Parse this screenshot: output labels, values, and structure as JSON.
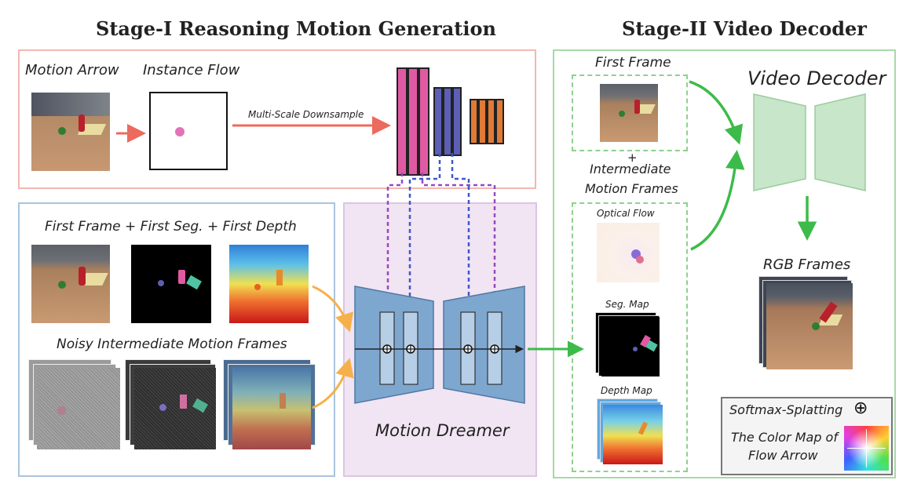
{
  "stage1": {
    "title": "Stage-I Reasoning Motion Generation",
    "motion_arrow_label": "Motion Arrow",
    "instance_flow_label": "Instance Flow",
    "downsample_label": "Multi-Scale Downsample",
    "first_frames_label": "First Frame + First Seg. + First Depth",
    "noisy_frames_label": "Noisy Intermediate Motion Frames",
    "dreamer_label": "Motion Dreamer"
  },
  "stage2": {
    "title": "Stage-II Video Decoder",
    "first_frame_label": "First Frame",
    "plus_label": "+",
    "intermediate_label_1": "Intermediate",
    "intermediate_label_2": "Motion Frames",
    "optical_flow_label": "Optical Flow",
    "seg_map_label": "Seg. Map",
    "depth_map_label": "Depth Map",
    "video_decoder_label": "Video Decoder",
    "rgb_frames_label": "RGB Frames"
  },
  "legend": {
    "splatting_label": "Softmax-Splatting",
    "splatting_symbol": "⊕",
    "color_map_label_1": "The Color Map of",
    "color_map_label_2": "Flow Arrow"
  },
  "colors": {
    "stage1_top_border": "#f2b8b0",
    "stage1_bottom_border": "#a9c4dc",
    "dreamer_bg": "#f1e4f3",
    "stage2_border": "#a8d8a8",
    "pink": "#e05aa3",
    "blue": "#5c5fb5",
    "orange": "#e07a35",
    "arrow_red": "#ec6a5e",
    "arrow_orange": "#f6b04a",
    "arrow_green": "#3dbb4a",
    "unet_blue": "#7ea7cf",
    "decoder_green": "#c8e6c9"
  }
}
